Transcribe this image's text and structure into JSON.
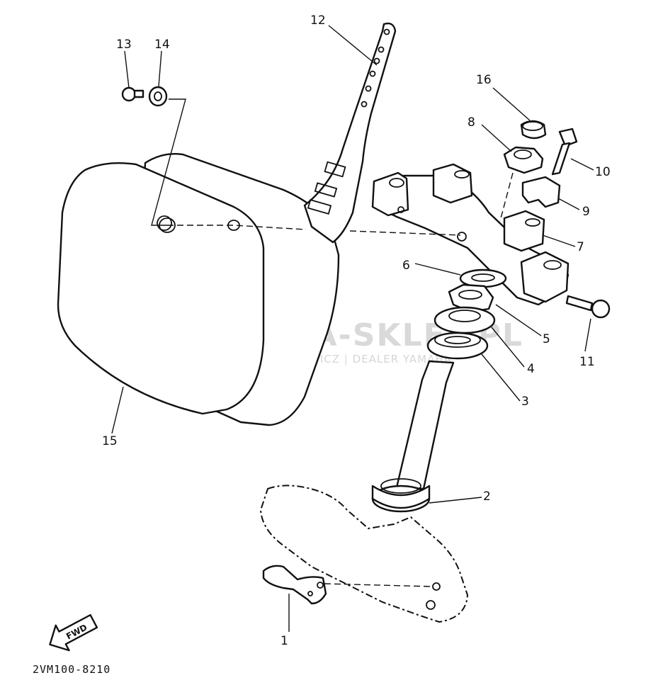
{
  "diagram": {
    "drawing_code": "2VM100-8210",
    "fwd_label": "FWD",
    "watermark": {
      "brand": "YAMA-SKLEP.PL",
      "tagline": "WOJCIECHOWICZ | DEALER YAMAHA",
      "logo_color": "#e8a0a0"
    },
    "callouts": [
      {
        "id": "1",
        "label": "1"
      },
      {
        "id": "2",
        "label": "2"
      },
      {
        "id": "3",
        "label": "3"
      },
      {
        "id": "4",
        "label": "4"
      },
      {
        "id": "5",
        "label": "5"
      },
      {
        "id": "6",
        "label": "6"
      },
      {
        "id": "7",
        "label": "7"
      },
      {
        "id": "8",
        "label": "8"
      },
      {
        "id": "9",
        "label": "9"
      },
      {
        "id": "10",
        "label": "10"
      },
      {
        "id": "11",
        "label": "11"
      },
      {
        "id": "12",
        "label": "12"
      },
      {
        "id": "13",
        "label": "13"
      },
      {
        "id": "14",
        "label": "14"
      },
      {
        "id": "15",
        "label": "15"
      },
      {
        "id": "16",
        "label": "16"
      }
    ]
  }
}
